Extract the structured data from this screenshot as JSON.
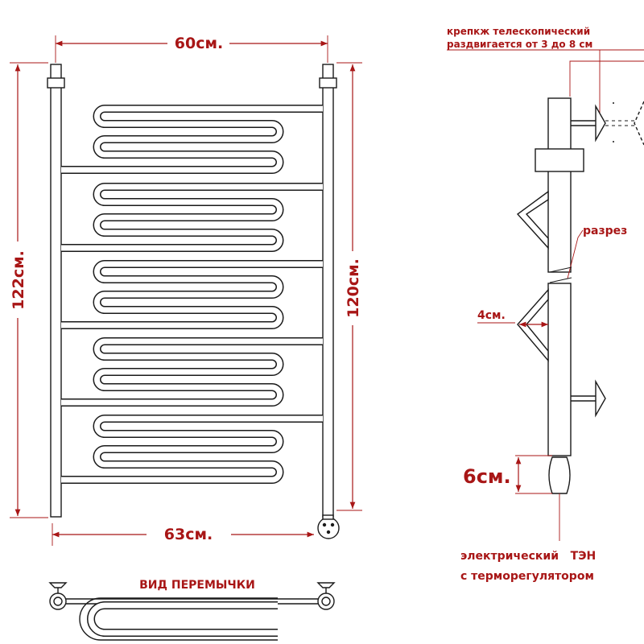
{
  "colors": {
    "dimension": "#a81616",
    "outline": "#1a1a1a",
    "background": "#ffffff"
  },
  "labels": {
    "width_top": "60см.",
    "width_bottom": "63см.",
    "height_left": "122см.",
    "height_right": "120см.",
    "bridge_view": "ВИД ПЕРЕМЫЧКИ",
    "mount_line1": "крепкж телескопический",
    "mount_line2": "раздвигается от 3 до 8 см",
    "cut": "разрез",
    "depth": "4см.",
    "heater_height": "6см.",
    "heater_line1": "электрический   ТЭН",
    "heater_line2": "с терморегулятором"
  }
}
